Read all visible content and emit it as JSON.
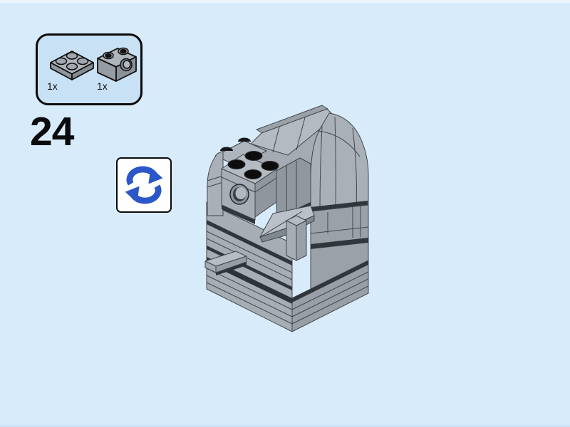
{
  "page": {
    "background_color": "#d7ebfa"
  },
  "step": {
    "number": "24"
  },
  "parts_callout": {
    "parts": [
      {
        "count": "1x",
        "part": "plate-2x2",
        "color_hex": "#a8afb6"
      },
      {
        "count": "1x",
        "part": "technic-brick-1x2-pin-hole",
        "color_hex": "#a8afb6"
      }
    ]
  },
  "rotate_symbol": {
    "icon": "rotate-model-icon",
    "arrow_color": "#2b57c9"
  },
  "model": {
    "body_color": "#a8afb6",
    "new_stud_color": "#0d0d0e",
    "outline_color": "#41464c"
  }
}
